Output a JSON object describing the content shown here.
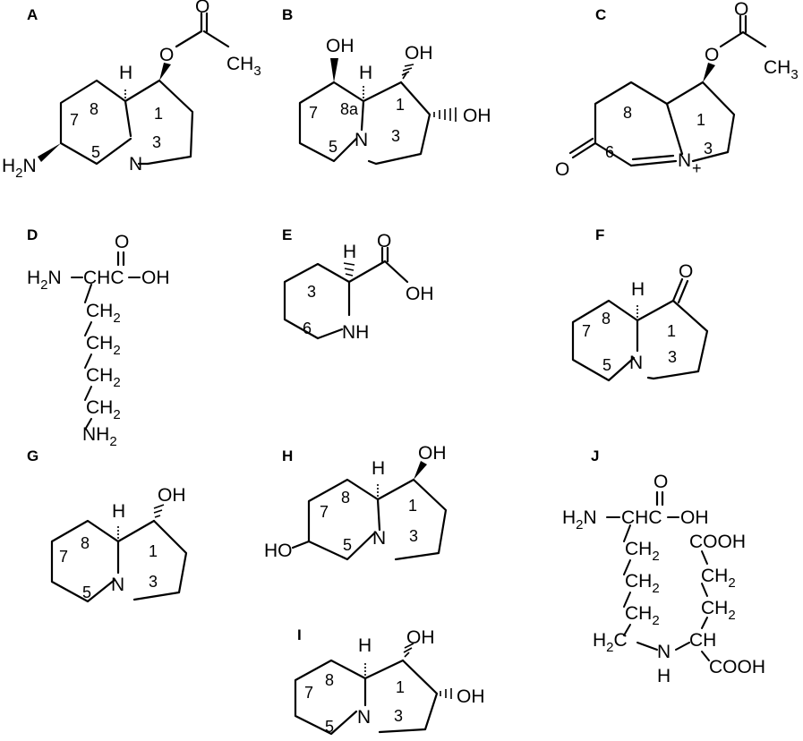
{
  "structures": {
    "A": {
      "plate": "A",
      "labels": {
        "H": "H",
        "O_ester": "O",
        "O_carbonyl": "O",
        "N": "N",
        "methyl": "CH",
        "methyl_sub": "3",
        "amine": "H",
        "amine_sub": "2",
        "amine_n": "N"
      },
      "positions": {
        "p1": "1",
        "p3": "3",
        "p5": "5",
        "p7": "7",
        "p8": "8"
      }
    },
    "B": {
      "plate": "B",
      "labels": {
        "H": "H",
        "N": "N",
        "OH_top_left": "OH",
        "OH_c1": "OH",
        "OH_c2": "OH"
      },
      "positions": {
        "p1": "1",
        "p3": "3",
        "p5": "5",
        "p7": "7",
        "p8a": "8a"
      }
    },
    "C": {
      "plate": "C",
      "labels": {
        "O_ester": "O",
        "O_carbonyl": "O",
        "methyl": "CH",
        "methyl_sub": "3",
        "N": "N",
        "charge": "+",
        "ketone_O": "O"
      },
      "positions": {
        "p1": "1",
        "p3": "3",
        "p6": "6",
        "p8": "8"
      }
    },
    "D": {
      "plate": "D",
      "labels": {
        "O": "O",
        "amine_left": "H",
        "amine_left_sub": "2",
        "amine_left_n": "N",
        "alpha": "CHC",
        "acid": "OH",
        "ch2": "CH",
        "ch2_sub": "2",
        "nh2": "NH",
        "nh2_sub": "2"
      }
    },
    "E": {
      "plate": "E",
      "labels": {
        "H": "H",
        "O": "O",
        "OH": "OH",
        "NH": "NH"
      },
      "positions": {
        "p3": "3",
        "p6": "6"
      }
    },
    "F": {
      "plate": "F",
      "labels": {
        "H": "H",
        "O": "O",
        "N": "N"
      },
      "positions": {
        "p1": "1",
        "p3": "3",
        "p5": "5",
        "p7": "7",
        "p8": "8"
      }
    },
    "G": {
      "plate": "G",
      "labels": {
        "H": "H",
        "OH": "OH",
        "N": "N"
      },
      "positions": {
        "p1": "1",
        "p3": "3",
        "p5": "5",
        "p7": "7",
        "p8": "8"
      }
    },
    "H": {
      "plate": "H",
      "labels": {
        "H": "H",
        "OH": "OH",
        "HO": "HO",
        "N": "N"
      },
      "positions": {
        "p1": "1",
        "p3": "3",
        "p5": "5",
        "p7": "7",
        "p8": "8"
      }
    },
    "I": {
      "plate": "I",
      "labels": {
        "H": "H",
        "OH_c1": "OH",
        "OH_c2": "OH",
        "N": "N"
      },
      "positions": {
        "p1": "1",
        "p3": "3",
        "p5": "5",
        "p7": "7",
        "p8": "8"
      }
    },
    "J": {
      "plate": "J",
      "labels": {
        "O": "O",
        "amine_left": "H",
        "amine_left_sub": "2",
        "amine_left_n": "N",
        "alpha": "CHC",
        "acid": "OH",
        "ch2": "CH",
        "ch2_sub": "2",
        "cooh": "COOH",
        "h2c": "H",
        "h2c_sub": "2",
        "h2c_c": "C",
        "n": "N",
        "ch": "CH",
        "h": "H"
      }
    }
  }
}
